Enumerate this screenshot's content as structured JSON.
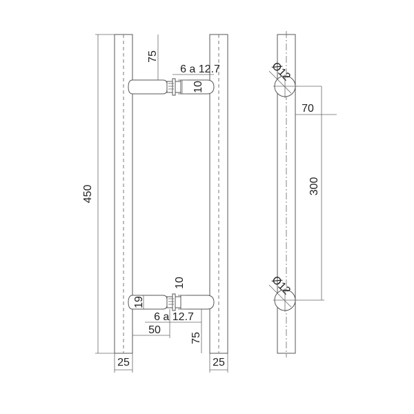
{
  "drawing": {
    "type": "technical drawing - pull handle",
    "dimensions": {
      "overall_length": "450",
      "standoff_top": "75",
      "standoff_bottom": "75",
      "fixing_thread_top": "6 a 12.7",
      "fixing_thread_bottom": "6 a 12.7",
      "standoff_diameter_top": "10",
      "standoff_diameter_bottom": "10",
      "standoff_height": "19",
      "clearance": "50",
      "bar_width_left": "25",
      "bar_width_right": "25",
      "projection": "70",
      "center_distance": "300",
      "hole_diameter_top": "Ø12",
      "hole_diameter_bottom": "Ø12"
    },
    "colors": {
      "line": "#555555",
      "text": "#222222",
      "background": "#ffffff"
    }
  }
}
